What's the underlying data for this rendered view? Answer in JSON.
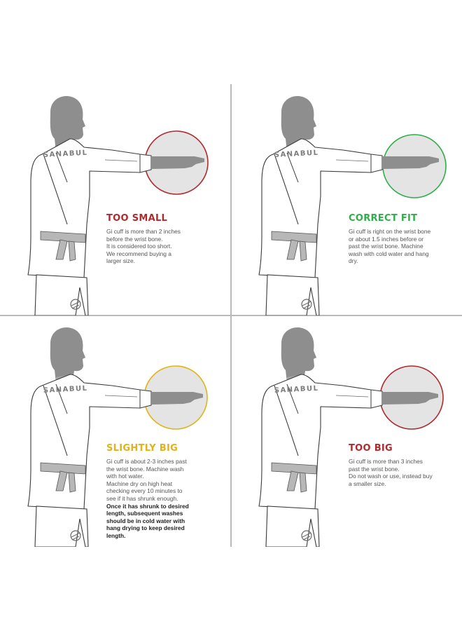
{
  "brand": "SANABUL",
  "panels": [
    {
      "id": "too-small",
      "title": "TOO SMALL",
      "color": "#b02a2e",
      "lines": [
        "Gi cuff is more than 2 inches",
        "before the wrist bone.",
        "It is considered too short.",
        "We recommend buying a",
        "larger size."
      ],
      "bold_lines": []
    },
    {
      "id": "correct-fit",
      "title": "CORRECT FIT",
      "color": "#2fae4a",
      "lines": [
        "Gi cuff is right on the wrist bone",
        "or about 1.5 inches before or",
        "past the wrist bone. Machine",
        "wash with cold water and hang",
        "dry."
      ],
      "bold_lines": []
    },
    {
      "id": "slightly-big",
      "title": "SLIGHTLY BIG",
      "color": "#e2b314",
      "lines": [
        "Gi cuff is about 2-3 inches past",
        "the wrist bone. Machine wash",
        "with hot water.",
        "Machine dry on high heat",
        "checking every 10 minutes to",
        "see if it has shrunk enough."
      ],
      "bold_lines": [
        "Once it has shrunk to desired",
        "length, subsequent washes",
        "should be in cold water with",
        "hang drying to keep desired",
        "length."
      ]
    },
    {
      "id": "too-big",
      "title": "TOO BIG",
      "color": "#b02a2e",
      "lines": [
        "Gi cuff is more than 3 inches",
        "past the wrist bone.",
        "Do not wash or use, instead buy",
        "a smaller size."
      ],
      "bold_lines": []
    }
  ]
}
